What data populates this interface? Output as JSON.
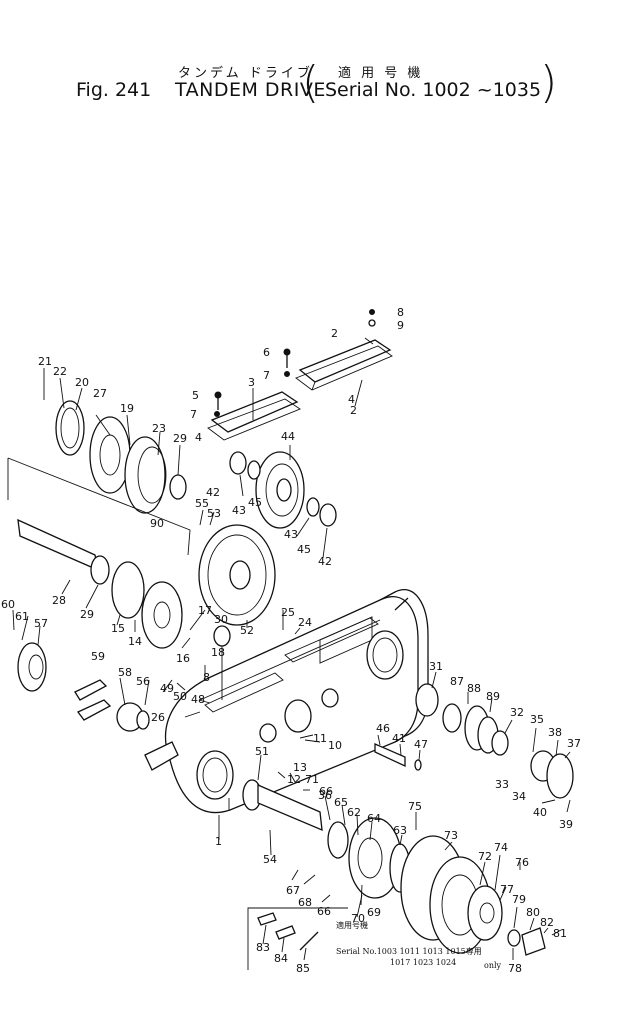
{
  "header": {
    "fig_label": "Fig. 241",
    "title_jp": "タンデム ドライブ",
    "title": "TANDEM DRIVE",
    "serial_jp": "適 用 号 機",
    "serial_range": "Serial No. 1002 ~1035"
  },
  "callouts": [
    "1",
    "2",
    "3",
    "4",
    "5",
    "6",
    "7",
    "8",
    "9",
    "10",
    "11",
    "12",
    "13",
    "14",
    "15",
    "16",
    "17",
    "18",
    "19",
    "20",
    "21",
    "22",
    "23",
    "24",
    "25",
    "26",
    "27",
    "28",
    "29",
    "30",
    "31",
    "32",
    "33",
    "34",
    "35",
    "36",
    "37",
    "38",
    "39",
    "40",
    "41",
    "42",
    "43",
    "44",
    "45",
    "46",
    "47",
    "48",
    "49",
    "50",
    "51",
    "52",
    "53",
    "54",
    "55",
    "56",
    "57",
    "58",
    "59",
    "60",
    "61",
    "62",
    "63",
    "64",
    "65",
    "66",
    "67",
    "68",
    "69",
    "70",
    "71",
    "72",
    "73",
    "74",
    "75",
    "76",
    "77",
    "78",
    "79",
    "80",
    "81",
    "82",
    "83",
    "84",
    "85",
    "87",
    "88",
    "89",
    "90"
  ],
  "inset_note": {
    "heading": "適用号機",
    "line1": "Serial No.1003 1011 1013 1015専用",
    "line2": "1017 1023 1024",
    "only": "only"
  }
}
